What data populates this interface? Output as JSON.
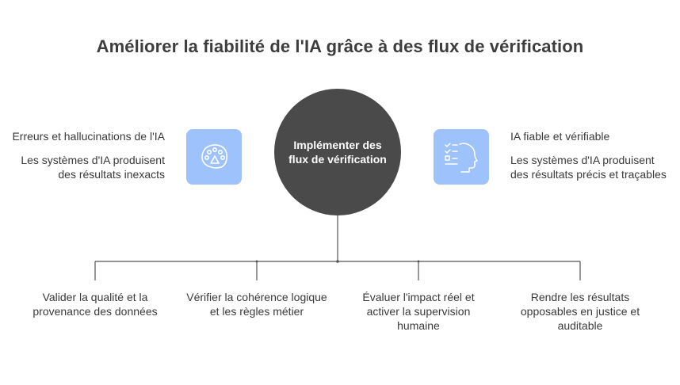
{
  "title": "Améliorer la fiabilité de l'IA grâce à des flux de vérification",
  "center": {
    "label": "Implémenter des flux de vérification"
  },
  "left": {
    "heading": "Erreurs et hallucinations de l'IA",
    "description": "Les systèmes d'IA produisent des résultats inexacts",
    "icon": "paw-print-icon"
  },
  "right": {
    "heading": "IA fiable et vérifiable",
    "description": "Les systèmes d'IA produisent des résultats précis et traçables",
    "icon": "checklist-head-icon"
  },
  "branches": [
    {
      "label": "Valider la qualité et la provenance des données"
    },
    {
      "label": "Vérifier la cohérence logique et les règles métier"
    },
    {
      "label": "Évaluer l'impact réel et activer la supervision humaine"
    },
    {
      "label": "Rendre les résultats opposables en justice et auditable"
    }
  ],
  "colors": {
    "hub": "#4a4a4a",
    "icon_box": "#9ec2fb",
    "icon_line": "#ffffff",
    "connector": "#555555"
  }
}
